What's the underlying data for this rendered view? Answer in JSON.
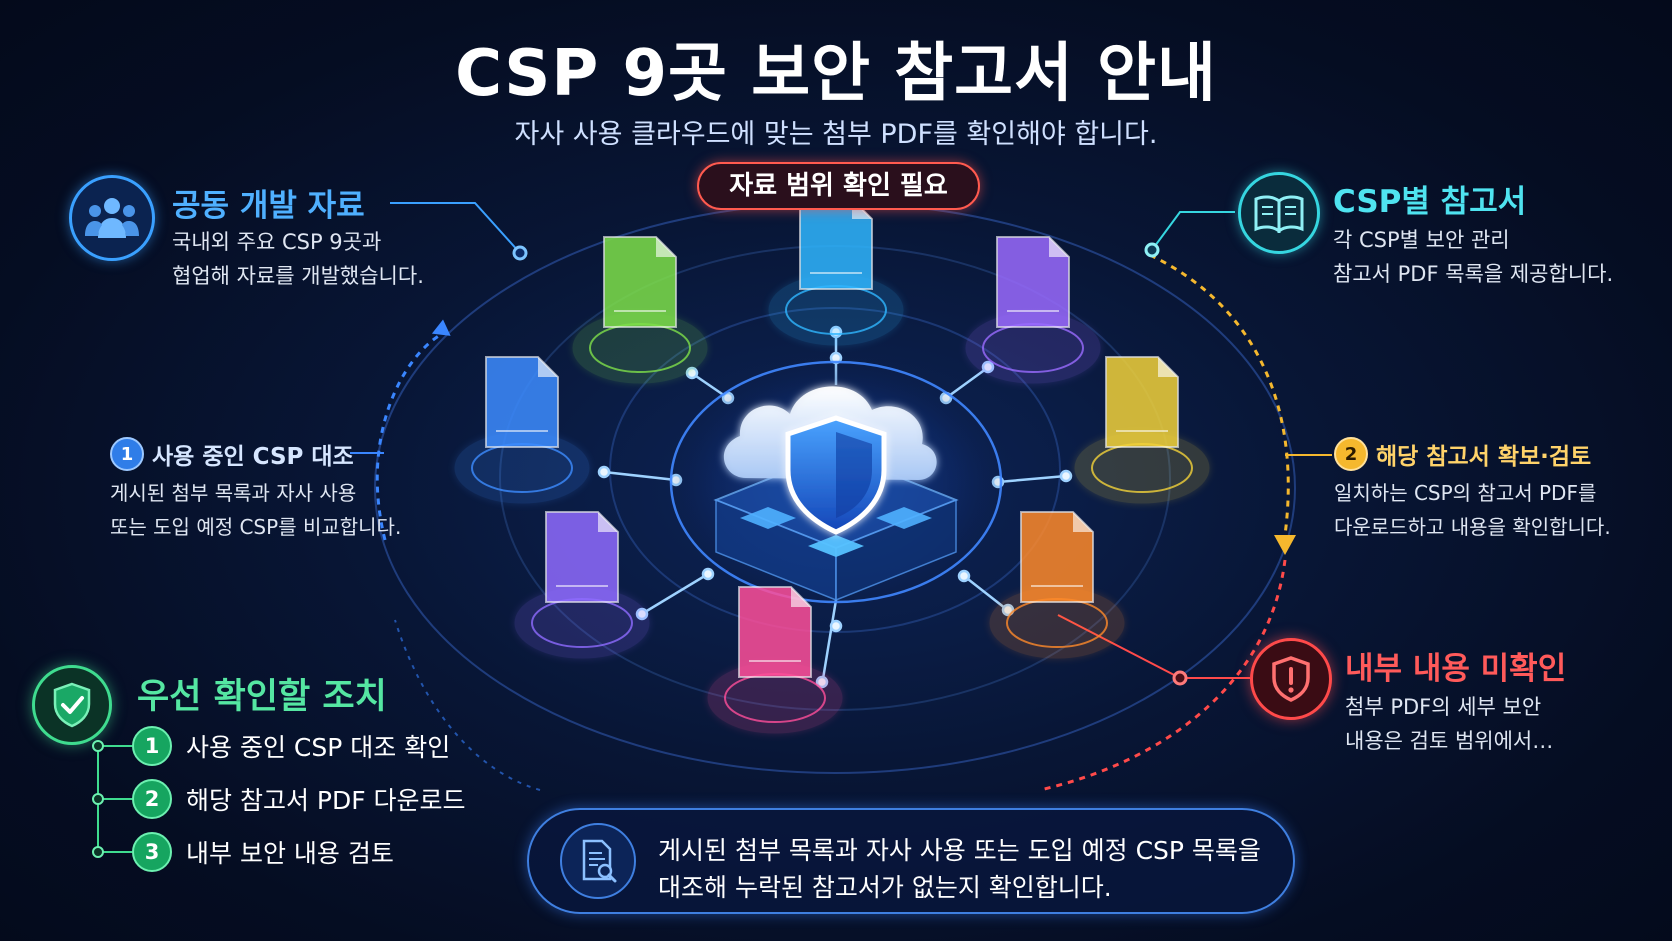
{
  "header": {
    "title": "CSP 9곳 보안 참고서 안내",
    "subtitle": "자사 사용 클라우드에 맞는 첨부 PDF를 확인해야 합니다."
  },
  "scope_badge": "자료 범위 확인 필요",
  "callouts": {
    "joint": {
      "title": "공동 개발 자료",
      "lines": [
        "국내외 주요 CSP 9곳과",
        "협업해 자료를 개발했습니다."
      ],
      "icon": "group-icon",
      "color": "#3aa0ff"
    },
    "reference": {
      "title": "CSP별 참고서",
      "lines": [
        "각 CSP별 보안 관리",
        "참고서 PDF 목록을 제공합니다."
      ],
      "icon": "book-icon",
      "color": "#36d6e0"
    },
    "step1": {
      "number": "1",
      "title": "사용 중인 CSP 대조",
      "lines": [
        "게시된 첨부 목록과 자사 사용",
        "또는 도입 예정 CSP를 비교합니다."
      ],
      "color": "#3a86ff"
    },
    "step2": {
      "number": "2",
      "title": "해당 참고서 확보·검토",
      "lines": [
        "일치하는 CSP의 참고서 PDF를",
        "다운로드하고 내용을 확인합니다."
      ],
      "color": "#f5b82e"
    },
    "internal": {
      "title": "내부 내용 미확인",
      "lines": [
        "첨부 PDF의 세부 보안",
        "내용은 검토 범위에서…"
      ],
      "icon": "shield-alert-icon",
      "color": "#ff4a4a"
    }
  },
  "priority": {
    "title": "우선 확인할 조치",
    "icon": "shield-check-icon",
    "items": [
      {
        "number": "1",
        "label": "사용 중인 CSP 대조 확인"
      },
      {
        "number": "2",
        "label": "해당 참고서 PDF 다운로드"
      },
      {
        "number": "3",
        "label": "내부 보안 내용 검토"
      }
    ]
  },
  "bottom_note": {
    "icon": "document-search-icon",
    "lines": [
      "게시된 첨부 목록과 자사 사용 또는 도입 예정 CSP 목록을",
      "대조해 누락된 참고서가 없는지 확인합니다."
    ]
  },
  "hub": {
    "icon": "cloud-shield-icon",
    "documents": [
      {
        "name": "doc-top",
        "color": "#2fb6ff"
      },
      {
        "name": "doc-upper-left",
        "color": "#7ee04a"
      },
      {
        "name": "doc-upper-right",
        "color": "#9a6bff"
      },
      {
        "name": "doc-left",
        "color": "#3d8cff"
      },
      {
        "name": "doc-right",
        "color": "#f2d23a"
      },
      {
        "name": "doc-lower-left",
        "color": "#8f6bff"
      },
      {
        "name": "doc-lower-right",
        "color": "#ff8a2a"
      },
      {
        "name": "doc-bottom",
        "color": "#ff4f9a"
      }
    ]
  }
}
